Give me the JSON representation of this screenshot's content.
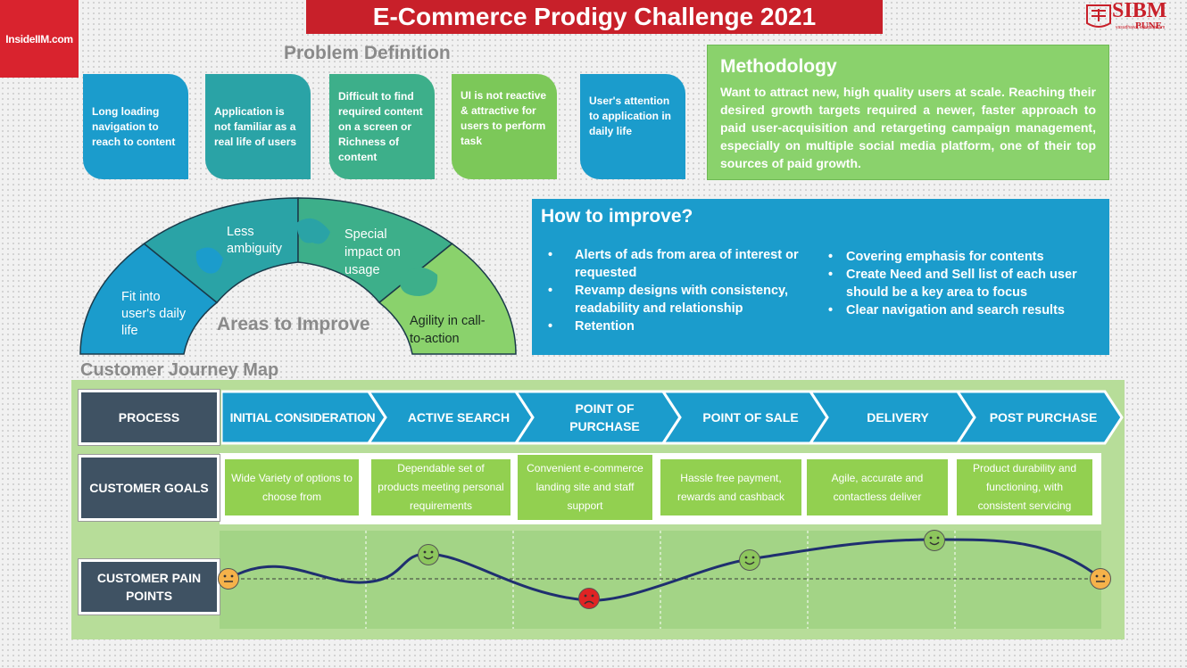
{
  "header": {
    "left_logo": "InsideIIM.com",
    "title": "E-Commerce Prodigy Challenge 2021",
    "sibm_logo": "SIBM",
    "sibm_sub": "PUNE",
    "sibm_tagline": "vasudhaiva kutumbakam"
  },
  "problem": {
    "title": "Problem Definition",
    "items": [
      {
        "text": "Long loading navigation to reach to content",
        "color": "#1b9ccc"
      },
      {
        "text": "Application is not familiar as a real life of users",
        "color": "#2aa3a6"
      },
      {
        "text": "Difficult to find required content on a screen or Richness of content",
        "color": "#3daf8a"
      },
      {
        "text": "UI is not reactive & attractive for users to perform task",
        "color": "#7cc859"
      },
      {
        "text": "User's attention to application in daily life",
        "color": "#1b9ccc"
      }
    ]
  },
  "areas": {
    "title": "Areas to Improve",
    "segments": [
      {
        "label": "Fit into user's daily life",
        "color": "#1b9ccc"
      },
      {
        "label": "Less ambiguity",
        "color": "#2aa3a6"
      },
      {
        "label": "Special impact on usage",
        "color": "#3daf8a"
      },
      {
        "label": "Agility in call-to-action",
        "color": "#8ad26c"
      }
    ]
  },
  "methodology": {
    "title": "Methodology",
    "text": "Want to attract new, high quality users at scale. Reaching their desired growth targets required a newer, faster approach to paid user-acquisition and retargeting campaign management, especially on multiple social media platform, one of their top sources of paid growth."
  },
  "improve": {
    "title": "How to improve?",
    "left_bullets": [
      "Alerts of ads from area of interest or requested",
      "Revamp designs with consistency, readability and relationship",
      "Retention"
    ],
    "right_bullets": [
      "Covering emphasis for contents",
      "Create Need and Sell list of each user should be a key area to focus",
      "Clear navigation and search results"
    ],
    "bullet_char": "•"
  },
  "journey": {
    "title": "Customer Journey Map",
    "process_label": "PROCESS",
    "goals_label": "CUSTOMER GOALS",
    "pain_label": "CUSTOMER PAIN POINTS",
    "stages": [
      "INITIAL CONSIDERATION",
      "ACTIVE SEARCH",
      "POINT OF PURCHASE",
      "POINT OF SALE",
      "DELIVERY",
      "POST PURCHASE"
    ],
    "goals": [
      "Wide Variety of options to choose from",
      "Dependable set of products meeting personal requirements",
      "Convenient e-commerce landing site and staff support",
      "Hassle free payment, rewards and cashback",
      "Agile, accurate and contactless deliver",
      "Product durability and functioning, with consistent servicing"
    ],
    "sentiment_points": [
      {
        "face": "neutral",
        "color": "#f5b24a"
      },
      {
        "face": "happy",
        "color": "#8dc65d"
      },
      {
        "face": "sad",
        "color": "#e02424"
      },
      {
        "face": "happy",
        "color": "#8dc65d"
      },
      {
        "face": "happy",
        "color": "#8dc65d"
      },
      {
        "face": "neutral",
        "color": "#f5b24a"
      }
    ]
  }
}
